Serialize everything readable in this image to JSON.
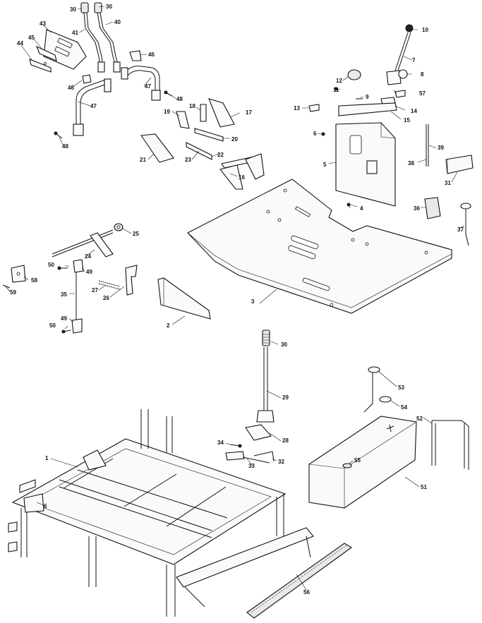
{
  "callouts": [
    {
      "id": "c1",
      "text": "1"
    },
    {
      "id": "c2",
      "text": "2"
    },
    {
      "id": "c3",
      "text": "3"
    },
    {
      "id": "c4",
      "text": "4"
    },
    {
      "id": "c5",
      "text": "5"
    },
    {
      "id": "c6",
      "text": "6"
    },
    {
      "id": "c7",
      "text": "7"
    },
    {
      "id": "c8",
      "text": "8"
    },
    {
      "id": "c9",
      "text": "9"
    },
    {
      "id": "c10",
      "text": "10"
    },
    {
      "id": "c11",
      "text": "11"
    },
    {
      "id": "c12",
      "text": "12"
    },
    {
      "id": "c13",
      "text": "13"
    },
    {
      "id": "c14",
      "text": "14"
    },
    {
      "id": "c15",
      "text": "15"
    },
    {
      "id": "c16",
      "text": "16"
    },
    {
      "id": "c17",
      "text": "17"
    },
    {
      "id": "c18",
      "text": "18"
    },
    {
      "id": "c19",
      "text": "19"
    },
    {
      "id": "c20",
      "text": "20"
    },
    {
      "id": "c21",
      "text": "21"
    },
    {
      "id": "c22",
      "text": "22"
    },
    {
      "id": "c23",
      "text": "23"
    },
    {
      "id": "c24",
      "text": "24"
    },
    {
      "id": "c25",
      "text": "25"
    },
    {
      "id": "c26",
      "text": "26"
    },
    {
      "id": "c27",
      "text": "27"
    },
    {
      "id": "c28",
      "text": "28"
    },
    {
      "id": "c29",
      "text": "29"
    },
    {
      "id": "c30a",
      "text": "30"
    },
    {
      "id": "c30b",
      "text": "30"
    },
    {
      "id": "c30c",
      "text": "30"
    },
    {
      "id": "c31",
      "text": "31"
    },
    {
      "id": "c32",
      "text": "32"
    },
    {
      "id": "c33",
      "text": "33"
    },
    {
      "id": "c34",
      "text": "34"
    },
    {
      "id": "c35",
      "text": "35"
    },
    {
      "id": "c36",
      "text": "36"
    },
    {
      "id": "c37",
      "text": "37"
    },
    {
      "id": "c38",
      "text": "38"
    },
    {
      "id": "c39",
      "text": "39"
    },
    {
      "id": "c40",
      "text": "40"
    },
    {
      "id": "c41",
      "text": "41"
    },
    {
      "id": "c43",
      "text": "43"
    },
    {
      "id": "c44",
      "text": "44"
    },
    {
      "id": "c45",
      "text": "45"
    },
    {
      "id": "c46a",
      "text": "46"
    },
    {
      "id": "c46b",
      "text": "46"
    },
    {
      "id": "c47a",
      "text": "47"
    },
    {
      "id": "c47b",
      "text": "47"
    },
    {
      "id": "c48a",
      "text": "48"
    },
    {
      "id": "c48b",
      "text": "48"
    },
    {
      "id": "c49a",
      "text": "49"
    },
    {
      "id": "c49b",
      "text": "49"
    },
    {
      "id": "c50a",
      "text": "50"
    },
    {
      "id": "c50b",
      "text": "50"
    },
    {
      "id": "c51",
      "text": "51"
    },
    {
      "id": "c52",
      "text": "52"
    },
    {
      "id": "c53",
      "text": "53"
    },
    {
      "id": "c54",
      "text": "54"
    },
    {
      "id": "c55",
      "text": "55"
    },
    {
      "id": "c56",
      "text": "56"
    },
    {
      "id": "c57",
      "text": "57"
    },
    {
      "id": "c58",
      "text": "58"
    },
    {
      "id": "c59",
      "text": "59"
    }
  ]
}
